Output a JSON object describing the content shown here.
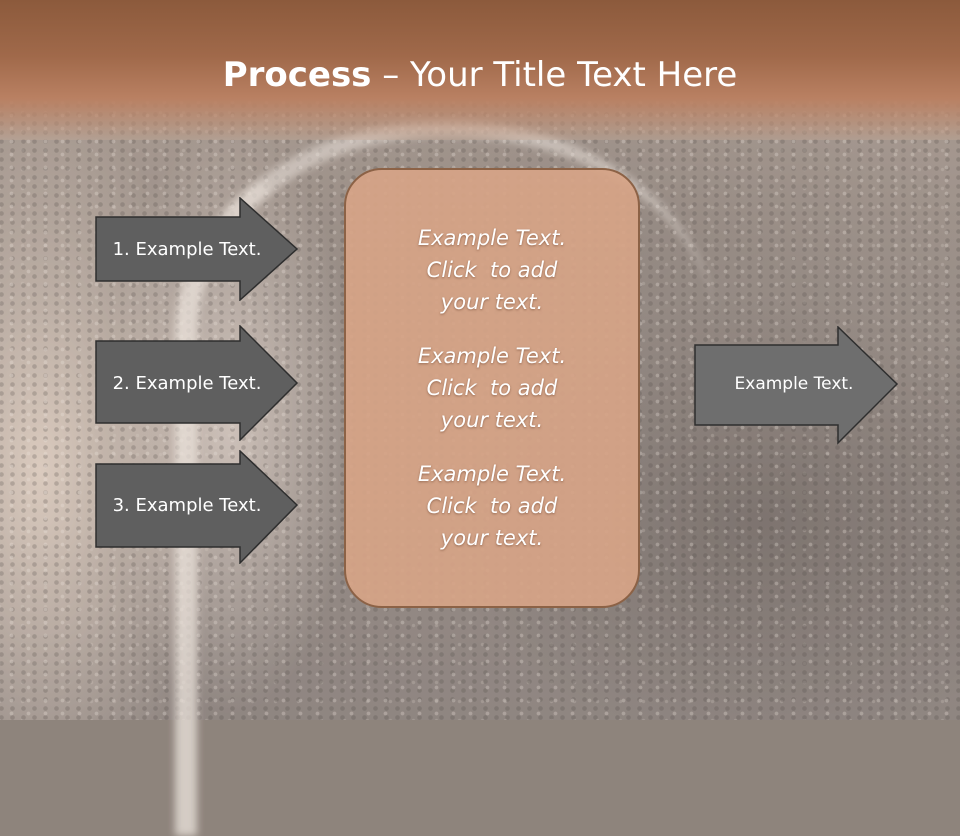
{
  "slide": {
    "title_bold": "Process",
    "title_rest": " – Your Title Text Here"
  },
  "left_steps": [
    {
      "label": "1. Example Text."
    },
    {
      "label": "2. Example Text."
    },
    {
      "label": "3. Example Text."
    }
  ],
  "center_box": {
    "items": [
      {
        "line1": "Example Text.",
        "line2": "Click  to add",
        "line3": "your text."
      },
      {
        "line1": "Example Text.",
        "line2": "Click  to add",
        "line3": "your text."
      },
      {
        "line1": "Example Text.",
        "line2": "Click  to add",
        "line3": "your text."
      }
    ]
  },
  "right_result": {
    "label": "Example Text."
  },
  "colors": {
    "title_band": "#a0694a",
    "arrow_dark": "#5e5e5e",
    "arrow_light": "#6e6e6e",
    "center_fill": "#d6a486",
    "center_border": "#8c6246"
  }
}
